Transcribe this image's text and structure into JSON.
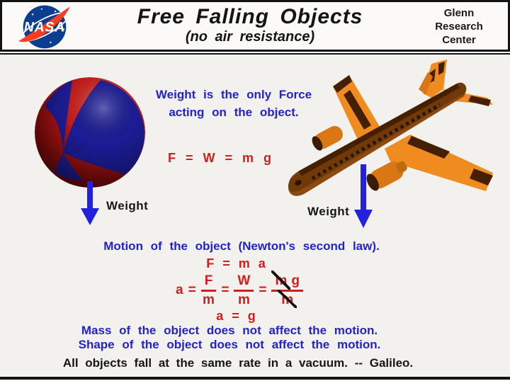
{
  "header": {
    "logo_text": "NASA",
    "title": "Free Falling Objects",
    "subtitle": "(no air resistance)",
    "org_line1": "Glenn",
    "org_line2": "Research",
    "org_line3": "Center"
  },
  "content": {
    "weight_statement_line1": "Weight is the only Force",
    "weight_statement_line2": "acting on the object.",
    "force_equation": "F = W = m g",
    "ball_weight_label": "Weight",
    "plane_weight_label": "Weight",
    "motion_heading": "Motion of the object (Newton's second law).",
    "newton_equation": "F = m a",
    "derivation": {
      "lhs": "a",
      "eq1": "=",
      "frac1": {
        "num": "F",
        "den": "m"
      },
      "eq2": "=",
      "frac2": {
        "num": "W",
        "den": "m"
      },
      "eq3": "=",
      "frac3": {
        "num_m": "m",
        "num_g": "g",
        "den": "m"
      }
    },
    "result_equation": "a = g",
    "mass_statement": "Mass of the object does not affect the motion.",
    "shape_statement": "Shape of the object does not affect the motion.",
    "galileo_quote": "All objects fall at the same rate in a vacuum. -- Galileo."
  },
  "colors": {
    "accent_blue": "#2323cb",
    "accent_red": "#d21d1d",
    "arrow_blue": "#2222dd",
    "plane_orange": "#ef8c1f",
    "nasa_blue": "#0b3d91",
    "nasa_red": "#fc3d21"
  }
}
